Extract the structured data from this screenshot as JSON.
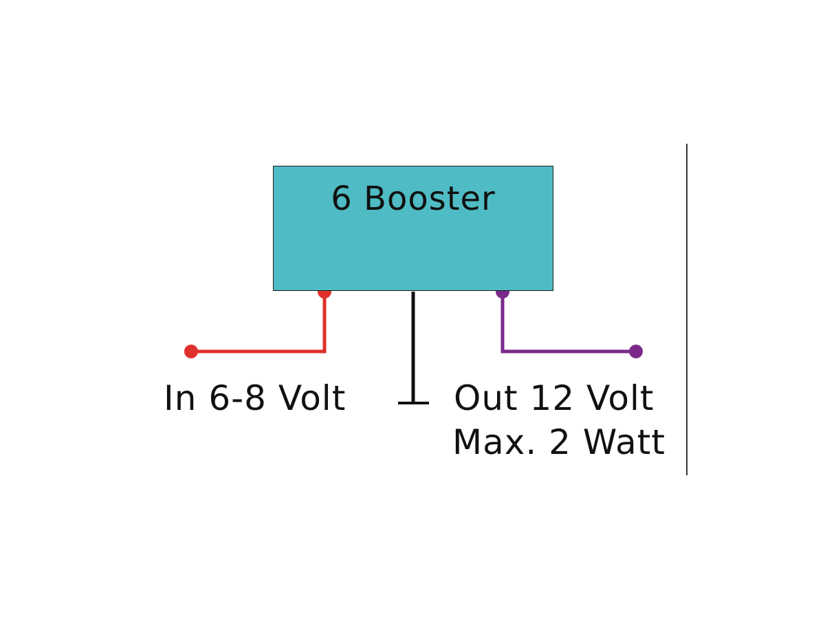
{
  "booster": {
    "title": "6 Booster"
  },
  "terminals": {
    "input_label": "In 6-8 Volt",
    "output_label": "Out 12 Volt",
    "output_power_label": "Max. 2 Watt"
  },
  "colors": {
    "box_fill": "#4FBBC4",
    "input_wire": "#E0302B",
    "output_wire": "#7B2A8B",
    "ground_wire": "#111111",
    "text": "#111111"
  }
}
